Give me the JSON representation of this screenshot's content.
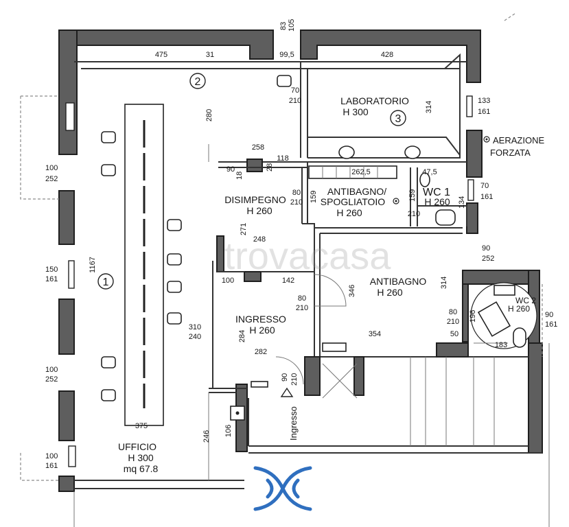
{
  "rooms": {
    "ufficio": {
      "name": "UFFICIO",
      "height": "H 300",
      "area": "mq 67.8"
    },
    "laboratorio": {
      "name": "LABORATORIO",
      "height": "H 300"
    },
    "disimpegno": {
      "name": "DISIMPEGNO",
      "height": "H 260"
    },
    "antibagno_spogliatoio": {
      "name_line1": "ANTIBAGNO/",
      "name_line2": "SPOGLIATOIO",
      "height": "H 260"
    },
    "wc1": {
      "name": "WC 1",
      "height": "H 260"
    },
    "antibagno": {
      "name": "ANTIBAGNO",
      "height": "H 260"
    },
    "ingresso": {
      "name": "INGRESSO",
      "height": "H 260"
    },
    "wc2": {
      "name": "WC 2",
      "height": "H 260"
    }
  },
  "room_numbers": [
    "1",
    "2",
    "3"
  ],
  "aerazione": {
    "line1": "AERAZIONE",
    "line2": "FORZATA"
  },
  "entrance_label": "Ingresso",
  "watermark": "trovacasa",
  "dimensions": {
    "d475": "475",
    "d31": "31",
    "d83": "83",
    "d105": "105",
    "d99_5": "99,5",
    "d428": "428",
    "d70": "70",
    "d210a": "210",
    "d280": "280",
    "d314a": "314",
    "d133": "133",
    "d161a": "161",
    "d258": "258",
    "d118": "118",
    "d90a": "90",
    "d18": "18",
    "d28": "28",
    "d262_5": "262,5",
    "d47_5": "47,5",
    "d80a": "80",
    "d210b": "210",
    "d159a": "159",
    "d159b": "159",
    "d210c": "210",
    "d134": "134",
    "d70b": "70",
    "d161b": "161",
    "d271": "271",
    "d248": "248",
    "d90b": "90",
    "d252a": "252",
    "d1167": "1167",
    "d100a": "100",
    "d252b": "252",
    "d150": "150",
    "d161c": "161",
    "d100b": "100",
    "d142": "142",
    "d346": "346",
    "d314b": "314",
    "d80b": "80",
    "d210d": "210",
    "d80c": "80",
    "d210e": "210",
    "d50": "50",
    "d196": "196",
    "d90c": "90",
    "d161d": "161",
    "d310": "310",
    "d240": "240",
    "d284": "284",
    "d354": "354",
    "d183": "183",
    "d282": "282",
    "d90d": "90",
    "d210f": "210",
    "d100c": "100",
    "d252c": "252",
    "d375": "375",
    "d246": "246",
    "d106": "106",
    "d100d": "100",
    "d161e": "161"
  }
}
